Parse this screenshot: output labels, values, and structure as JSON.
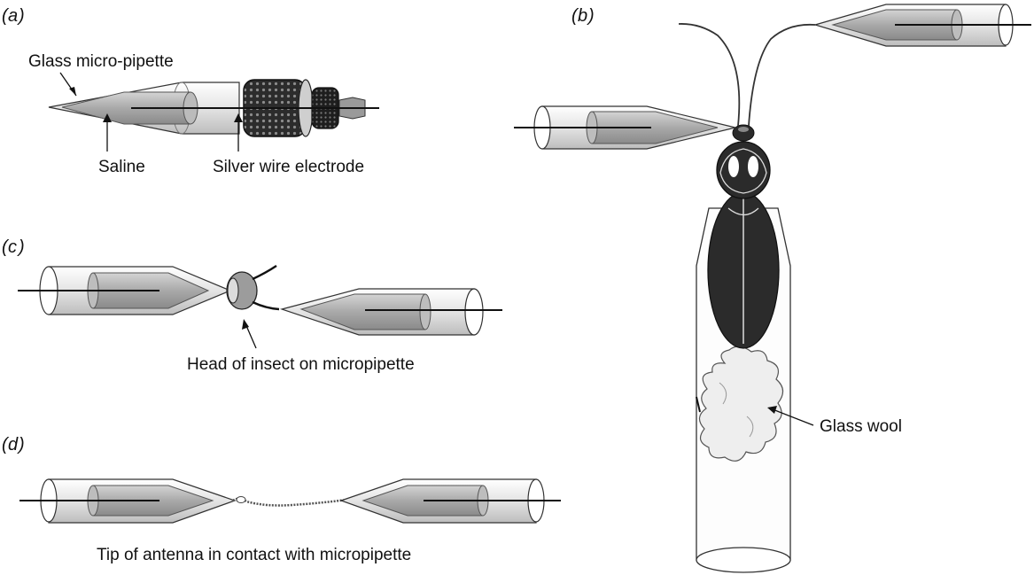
{
  "panels": {
    "a": {
      "letter": "a",
      "labels": {
        "pipette": "Glass micro-pipette",
        "saline": "Saline",
        "wire": "Silver wire electrode"
      }
    },
    "b": {
      "letter": "b",
      "labels": {
        "wool": "Glass wool"
      }
    },
    "c": {
      "letter": "c",
      "labels": {
        "head": "Head of insect on micropipette"
      }
    },
    "d": {
      "letter": "d",
      "labels": {
        "antenna": "Tip of antenna in contact with micropipette"
      }
    }
  },
  "colors": {
    "ink": "#111111",
    "glass": "#f2f2f2",
    "saline": "#bdbdbd",
    "insect": "#2b2b2b",
    "wool": "#eeeeee"
  }
}
